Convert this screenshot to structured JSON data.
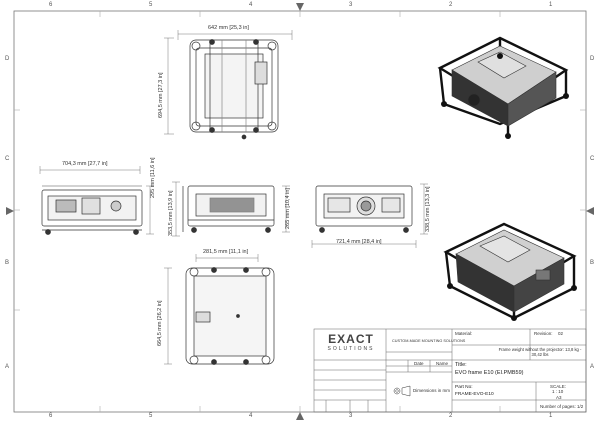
{
  "border": {
    "top_numbers": [
      "6",
      "5",
      "4",
      "3",
      "2",
      "1"
    ],
    "bottom_numbers": [
      "6",
      "5",
      "4",
      "3",
      "2",
      "1"
    ],
    "left_letters": [
      "D",
      "C",
      "B",
      "A"
    ],
    "right_letters": [
      "D",
      "C",
      "B",
      "A"
    ]
  },
  "dimensions": {
    "top_width": "642 mm [25,3 in]",
    "top_height": "694,5 mm [27,3 in]",
    "front_width": "704,3 mm [27,7 in]",
    "front_height": "295 mm [11,6 in]",
    "side_left_height": "353,5 mm [13,9 in]",
    "side_left_height2": "265 mm [10,4 in]",
    "rear_height": "338,5 mm [13,3 in]",
    "rear_width": "721,4 mm [28,4 in]",
    "bottom_width": "281,5 mm [11,1 in]",
    "bottom_height": "664,5 mm [26,2 in]"
  },
  "title_block": {
    "logo_top": "EXACT",
    "logo_bottom": "SOLUTIONS",
    "note_text": "CUSTOM-MADE MOUNTING SOLUTIONS",
    "material_label": "Material:",
    "revision_label": "Revision:",
    "revision_value": "02",
    "weight_note": "Frame weight without the projector: 13,8 kg - 30,42 lbs",
    "col_date": "Date",
    "col_name": "Name",
    "title_label": "Title:",
    "title_value": "EVO frame E10 (EI.PMB59)",
    "dimensions_note": "Dimensions in mm",
    "part_no_label": "Part No:",
    "part_no_value": "FRAME-EVO-E10",
    "scale_label": "SCALE:",
    "scale_value": "1 : 10",
    "size_value": "A3",
    "pages_label": "Number of pages: 1/2"
  }
}
